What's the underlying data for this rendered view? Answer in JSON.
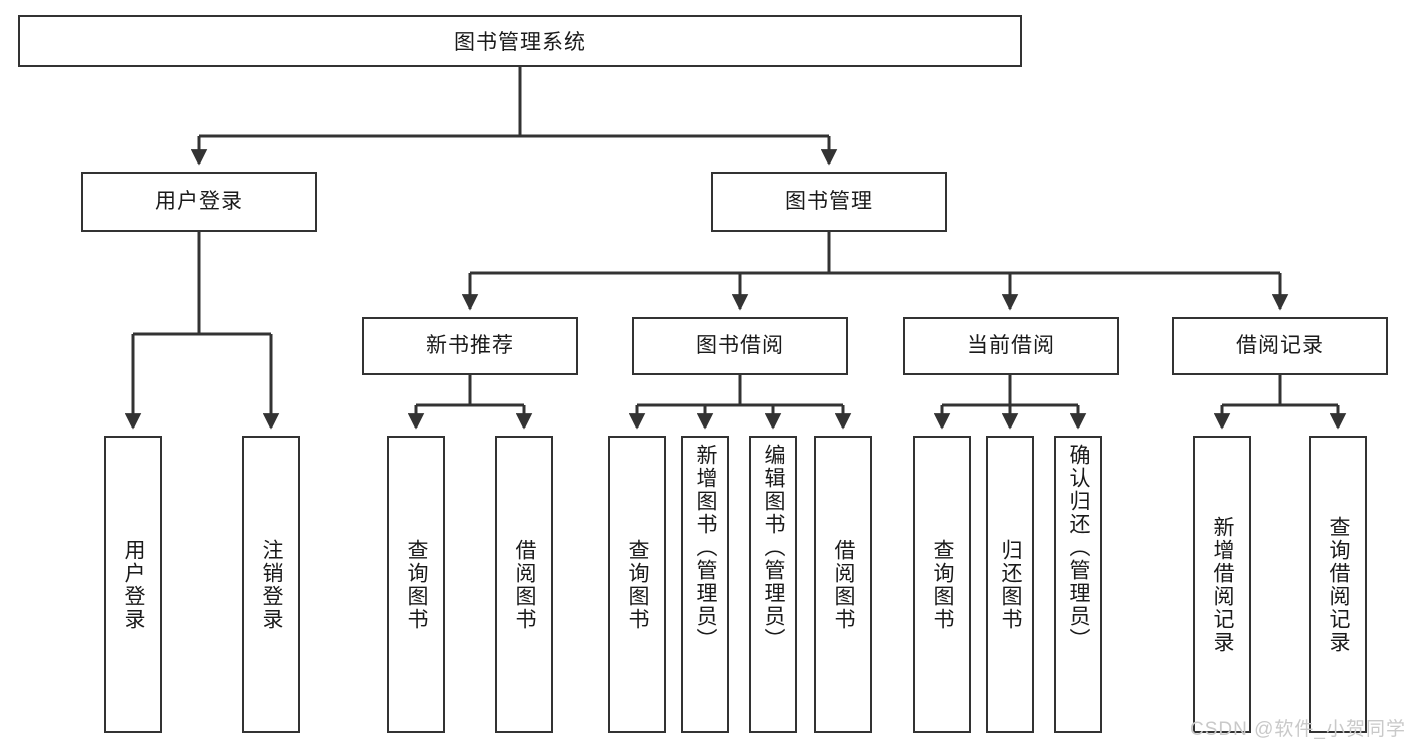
{
  "diagram": {
    "title": "图书管理系统",
    "watermark": "CSDN @软件_小贺同学",
    "colors": {
      "stroke": "#333333",
      "fill": "#ffffff",
      "text": "#1a1a1a",
      "watermark": "#c9c9c9"
    },
    "root": {
      "id": "root",
      "label": "图书管理系统"
    },
    "level2": [
      {
        "id": "user-login",
        "label": "用户登录"
      },
      {
        "id": "book-management",
        "label": "图书管理"
      }
    ],
    "level3": [
      {
        "id": "new-book-recommend",
        "label": "新书推荐"
      },
      {
        "id": "book-borrow",
        "label": "图书借阅"
      },
      {
        "id": "current-borrow",
        "label": "当前借阅"
      },
      {
        "id": "borrow-record",
        "label": "借阅记录"
      }
    ],
    "leaves": [
      {
        "id": "leaf-user-login",
        "label": "用户登录",
        "parent": "用户登录"
      },
      {
        "id": "leaf-user-logout",
        "label": "注销登录",
        "parent": "用户登录"
      },
      {
        "id": "leaf-query-book-1",
        "label": "查询图书",
        "parent": "新书推荐"
      },
      {
        "id": "leaf-borrow-book-1",
        "label": "借阅图书",
        "parent": "新书推荐"
      },
      {
        "id": "leaf-query-book-2",
        "label": "查询图书",
        "parent": "图书借阅"
      },
      {
        "id": "leaf-add-book",
        "label": "新增图书（管理员）",
        "parent": "图书借阅"
      },
      {
        "id": "leaf-edit-book",
        "label": "编辑图书（管理员）",
        "parent": "图书借阅"
      },
      {
        "id": "leaf-borrow-book-2",
        "label": "借阅图书",
        "parent": "图书借阅"
      },
      {
        "id": "leaf-query-book-3",
        "label": "查询图书",
        "parent": "当前借阅"
      },
      {
        "id": "leaf-return-book",
        "label": "归还图书",
        "parent": "当前借阅"
      },
      {
        "id": "leaf-confirm-return",
        "label": "确认归还（管理员）",
        "parent": "当前借阅"
      },
      {
        "id": "leaf-add-record",
        "label": "新增借阅记录",
        "parent": "借阅记录"
      },
      {
        "id": "leaf-query-record",
        "label": "查询借阅记录",
        "parent": "借阅记录"
      }
    ]
  }
}
